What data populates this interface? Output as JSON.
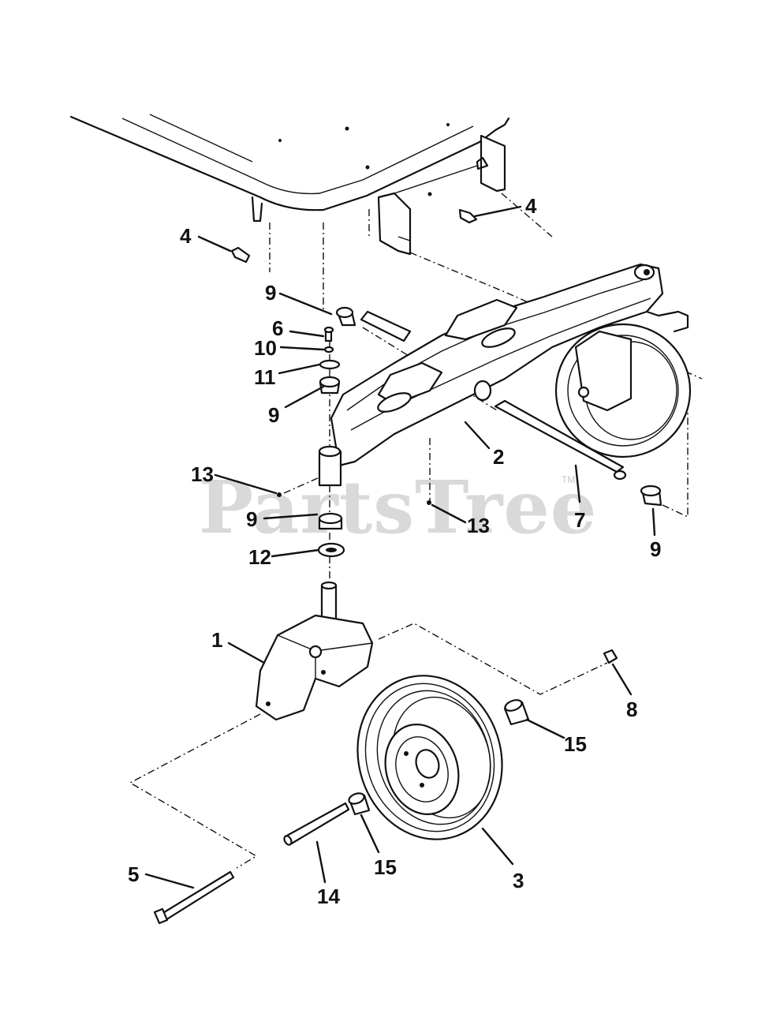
{
  "watermark": {
    "text": "PartsTree",
    "trademark": "TM"
  },
  "callouts": {
    "c1": "1",
    "c2": "2",
    "c3": "3",
    "c4a": "4",
    "c4b": "4",
    "c5": "5",
    "c6": "6",
    "c7": "7",
    "c8": "8",
    "c9a": "9",
    "c9b": "9",
    "c9c": "9",
    "c9d": "9",
    "c10": "10",
    "c11": "11",
    "c12": "12",
    "c13a": "13",
    "c13b": "13",
    "c14": "14",
    "c15a": "15",
    "c15b": "15"
  }
}
